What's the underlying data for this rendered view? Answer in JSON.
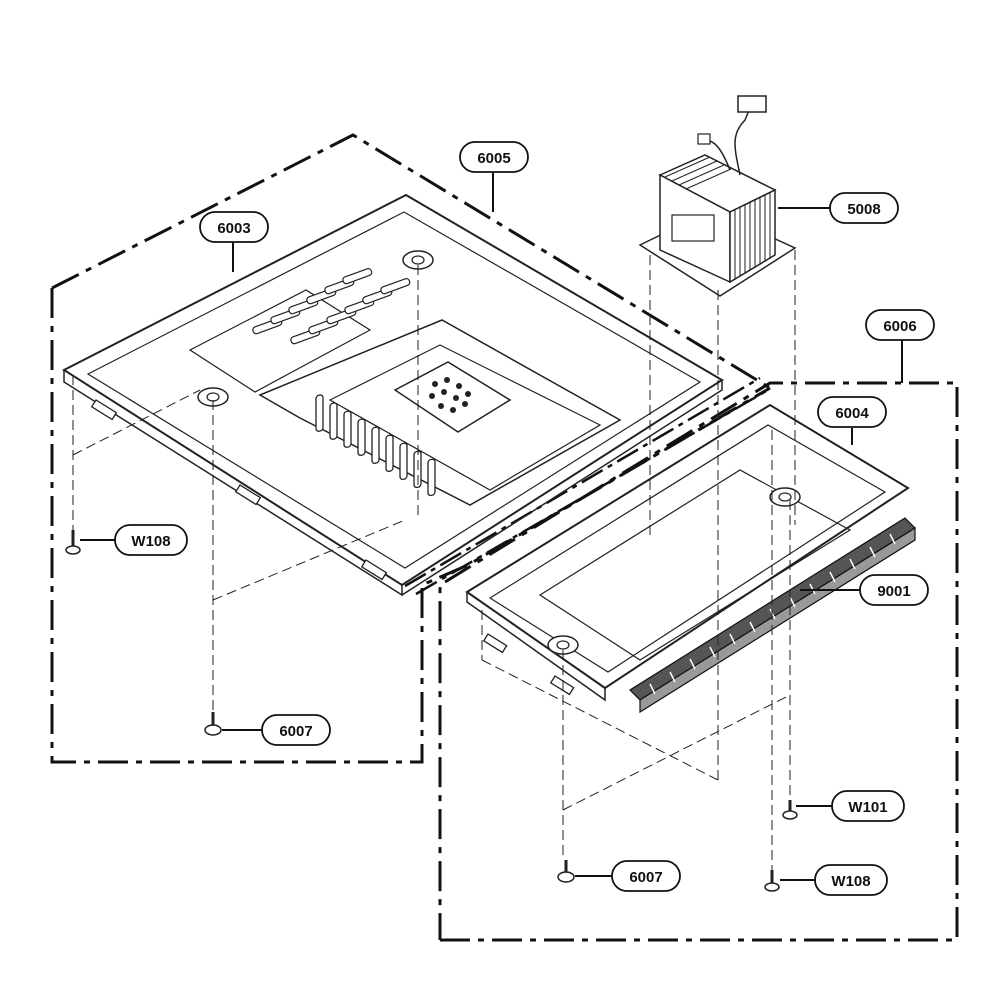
{
  "diagram": {
    "callouts": {
      "c6003": "6003",
      "c6005": "6005",
      "c5008": "5008",
      "c6006": "6006",
      "c6004": "6004",
      "c9001": "9001",
      "cW108a": "W108",
      "c6007a": "6007",
      "cW101": "W101",
      "c6007b": "6007",
      "cW108b": "W108"
    }
  },
  "colors": {
    "line": "#222222",
    "background": "#ffffff"
  }
}
